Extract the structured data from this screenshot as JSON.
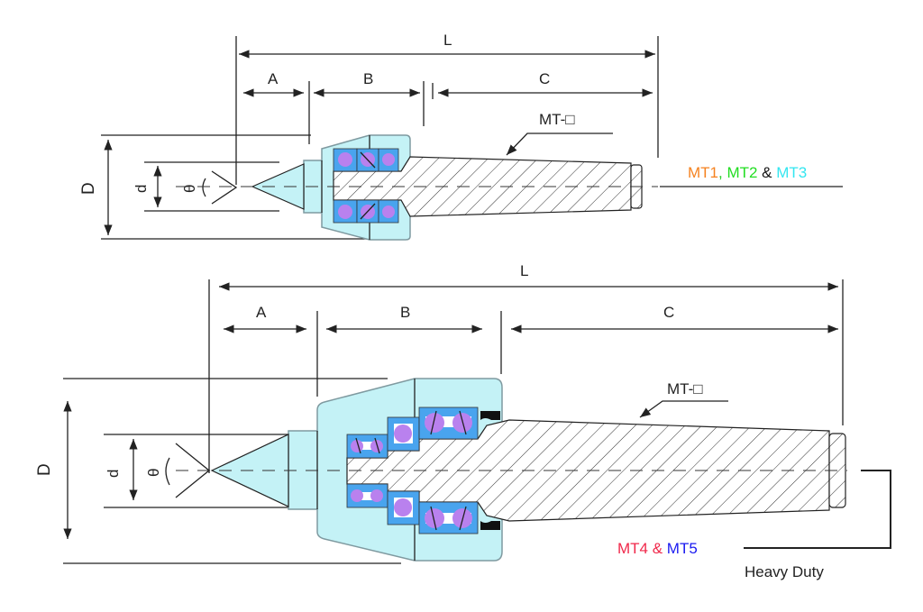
{
  "top_diagram": {
    "dim_L": "L",
    "dim_A": "A",
    "dim_B": "B",
    "dim_C": "C",
    "dim_D": "D",
    "dim_d": "d",
    "angle": "θ",
    "taper_label": "MT-□",
    "models": [
      {
        "text": "MT1",
        "color": "#f5821f"
      },
      {
        "text": ", ",
        "color": "#22cc22"
      },
      {
        "text": "MT2",
        "color": "#22dd22"
      },
      {
        "text": " & ",
        "color": "#111111"
      },
      {
        "text": "MT3",
        "color": "#33e6f0"
      }
    ]
  },
  "bottom_diagram": {
    "dim_L": "L",
    "dim_A": "A",
    "dim_B": "B",
    "dim_C": "C",
    "dim_D": "D",
    "dim_d": "d",
    "angle": "θ",
    "taper_label": "MT-□",
    "models": [
      {
        "text": "MT4",
        "color": "#f0284a"
      },
      {
        "text": " & ",
        "color": "#f0284a"
      },
      {
        "text": "MT5",
        "color": "#1a1af0"
      }
    ],
    "subtitle": "Heavy Duty"
  },
  "colors": {
    "housing": "#c4f2f6",
    "bearing": "#49a4ee",
    "ball": "#b981ee"
  }
}
